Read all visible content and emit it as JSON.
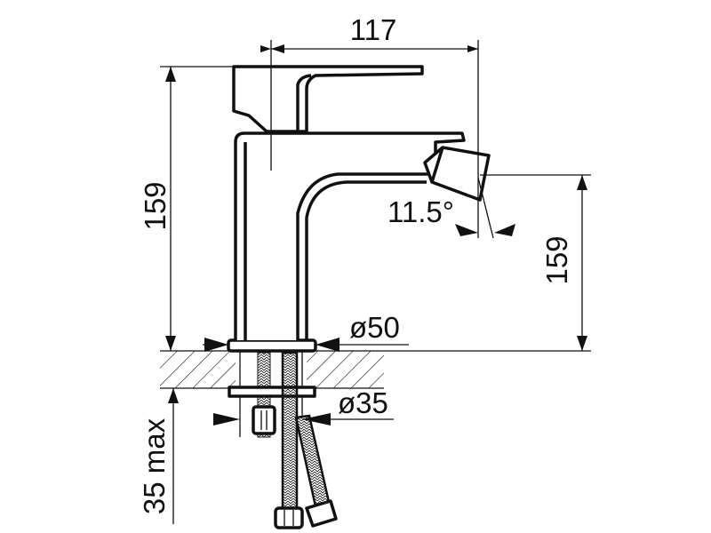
{
  "drawing": {
    "dimensions": {
      "width_total": "117",
      "height_total": "159",
      "spout_height": "159",
      "spout_angle": "11.5°",
      "base_diameter": "ø50",
      "hole_diameter": "ø35",
      "max_thickness": "35 max"
    }
  }
}
